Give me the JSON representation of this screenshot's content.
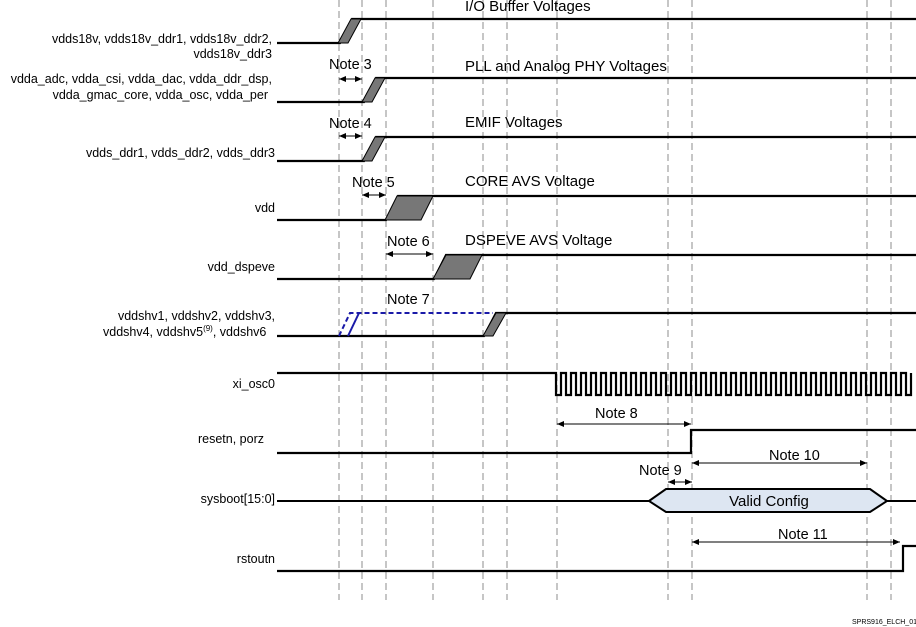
{
  "signals": {
    "vdds18v": {
      "line1": "vdds18v, vdds18v_ddr1, vdds18v_ddr2,",
      "line2": "vdds18v_ddr3"
    },
    "vdda": {
      "line1": "vdda_adc, vdda_csi, vdda_dac, vdda_ddr_dsp,",
      "line2": "vdda_gmac_core, vdda_osc, vdda_per"
    },
    "vdds_ddr": "vdds_ddr1, vdds_ddr2, vdds_ddr3",
    "vdd": "vdd",
    "vdd_dspeve": "vdd_dspeve",
    "vddshv": {
      "line1": "vddshv1, vddshv2, vddshv3,",
      "line2": "vddshv4, vddshv5",
      "sup": "(9)",
      "line2_tail": ", vddshv6"
    },
    "xi_osc0": "xi_osc0",
    "resetn": "resetn, porz",
    "sysboot": "sysboot[15:0]",
    "rstoutn": "rstoutn"
  },
  "voltage_labels": {
    "io": "I/O Buffer Voltages",
    "pll": "PLL and Analog PHY Voltages",
    "emif": "EMIF Voltages",
    "core": "CORE AVS Voltage",
    "dspeve": "DSPEVE AVS Voltage"
  },
  "notes": {
    "n3": "Note 3",
    "n4": "Note 4",
    "n5": "Note 5",
    "n6": "Note 6",
    "n7": "Note 7",
    "n8": "Note 8",
    "n9": "Note 9",
    "n10": "Note 10",
    "n11": "Note 11"
  },
  "sysboot_value": "Valid Config",
  "figure_id": "SPRS916_ELCH_01",
  "colors": {
    "ramp": "#777777",
    "dashed_ramp": "#1a1aa8",
    "config_fill": "#dde6f2",
    "guides": "#8c8c8c"
  }
}
